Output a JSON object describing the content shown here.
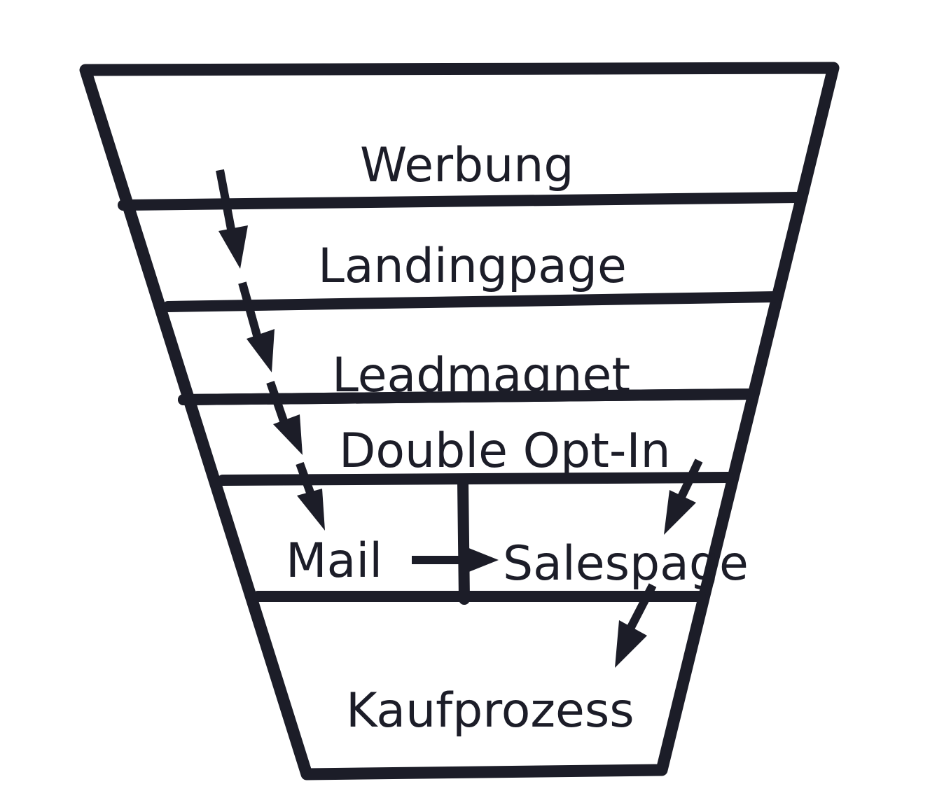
{
  "stages": {
    "werbung": "Werbung",
    "landingpage": "Landingpage",
    "leadmagnet": "Leadmagnet",
    "double_opt_in": "Double Opt-In",
    "mail": "Mail",
    "salespage": "Salespage",
    "kaufprozess": "Kaufprozess"
  },
  "colors": {
    "ink": "#1c1d28",
    "background": "#ffffff"
  }
}
